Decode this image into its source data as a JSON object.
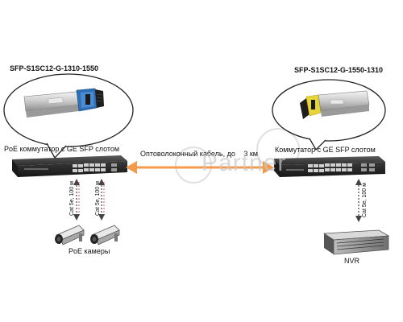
{
  "left": {
    "module_label": "SFP-S1SC12-G-1310-1550",
    "switch_label": "PoE коммутатор с GE SFP слотом",
    "cable_a": "Cat 5e, 100 м",
    "cable_b": "Cat 5e, 100 м",
    "cameras_label": "PoE камеры"
  },
  "right": {
    "module_label": "SFP-S1SC12-G-1550-1310",
    "switch_label": "Коммутатор с GE SFP слотом",
    "cable": "Cat 5e, 100 м",
    "nvr_label": "NVR"
  },
  "link": {
    "label": "Оптоволоконный кабель, до",
    "distance": "3 км"
  },
  "watermark": {
    "text": "Partner"
  },
  "colors": {
    "fiber": "#f39a4c",
    "arrow_dark": "#444444",
    "switch_body": "#2a2a2a",
    "sfp_blue": "#2f6fb6",
    "sfp_yellow": "#e6d43a"
  }
}
